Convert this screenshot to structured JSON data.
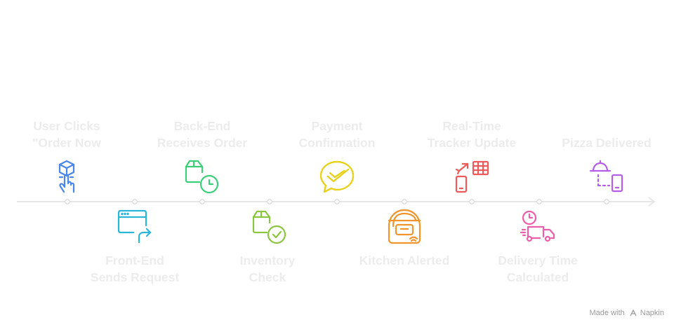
{
  "timeline": {
    "steps": [
      {
        "id": "user-clicks",
        "lines": [
          "User Clicks",
          "\"Order Now"
        ],
        "color": "#4a86e8",
        "icon": "touch-cube-icon"
      },
      {
        "id": "front-end",
        "lines": [
          "Front-End",
          "Sends Request"
        ],
        "color": "#29b6d8",
        "icon": "browser-forward-icon"
      },
      {
        "id": "back-end",
        "lines": [
          "Back-End",
          "Receives Order"
        ],
        "color": "#3ccf7a",
        "icon": "box-clock-icon"
      },
      {
        "id": "inventory",
        "lines": [
          "Inventory",
          "Check"
        ],
        "color": "#8cc63f",
        "icon": "box-check-icon"
      },
      {
        "id": "payment",
        "lines": [
          "Payment",
          "Confirmation"
        ],
        "color": "#e8d21d",
        "icon": "chat-check-icon"
      },
      {
        "id": "kitchen",
        "lines": [
          "Kitchen Alerted"
        ],
        "color": "#f0942b",
        "icon": "oven-alert-icon"
      },
      {
        "id": "tracker",
        "lines": [
          "Real-Time",
          "Tracker Update"
        ],
        "color": "#ee5a5a",
        "icon": "phone-sync-grid-icon"
      },
      {
        "id": "delivery-time",
        "lines": [
          "Delivery Time",
          "Calculated"
        ],
        "color": "#ec5fa8",
        "icon": "truck-clock-icon"
      },
      {
        "id": "delivered",
        "lines": [
          "Pizza Delivered"
        ],
        "color": "#b45ee8",
        "icon": "cloche-phone-icon"
      }
    ]
  },
  "watermark": {
    "prefix": "Made with",
    "brand": "Napkin"
  }
}
